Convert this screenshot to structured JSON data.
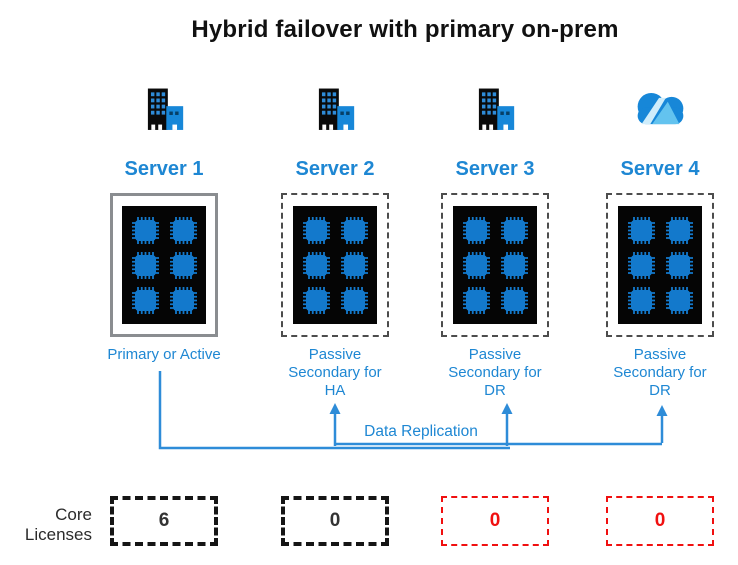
{
  "title": "Hybrid failover with primary on-prem",
  "servers": [
    {
      "name": "Server 1",
      "icon": "on-prem-building",
      "role": "Primary or Active",
      "box_style": "solid",
      "license": "6",
      "license_style": "black"
    },
    {
      "name": "Server 2",
      "icon": "on-prem-building",
      "role": "Passive Secondary for HA",
      "box_style": "dashed",
      "license": "0",
      "license_style": "black"
    },
    {
      "name": "Server 3",
      "icon": "on-prem-building",
      "role": "Passive Secondary for DR",
      "box_style": "dashed",
      "license": "0",
      "license_style": "red"
    },
    {
      "name": "Server 4",
      "icon": "azure-cloud",
      "role": "Passive Secondary for DR",
      "box_style": "dashed",
      "license": "0",
      "license_style": "red"
    }
  ],
  "replication_label": "Data Replication",
  "core_label": {
    "line1": "Core",
    "line2": "Licenses"
  },
  "colors": {
    "label_blue": "#1E87D3",
    "chip_blue": "#1379CC",
    "arrow_blue": "#2E8CD8",
    "building_black": "#0A0A0A",
    "building_window_blue": "#2E8BD8",
    "small_building_blue": "#1787D8",
    "license_black": "#151515",
    "license_red": "#F01010",
    "solid_border_gray": "#8A8D90",
    "dashed_border_gray": "#4D4D4D"
  }
}
